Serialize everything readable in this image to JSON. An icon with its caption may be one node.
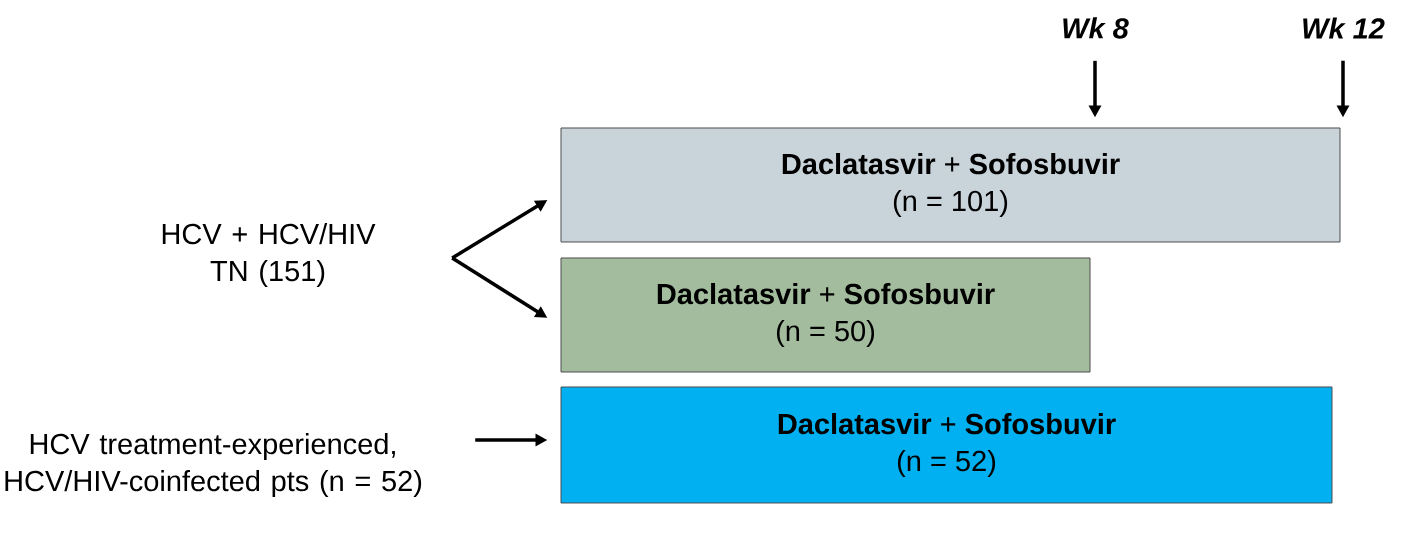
{
  "diagram": {
    "nodes": [
      {
        "text": [
          "HCV + HCV/HIV TN (151)"
        ]
      },
      {
        "text": [
          "**Daclatasvir** + **Sofosbuvir**",
          "(n = 101)"
        ]
      },
      {
        "text": [
          "**Daclatasvir** + **Sofosbuvir**",
          "(n = 50)"
        ]
      },
      {
        "text": [
          "HCV treatment-experienced, HCV/HIV-coinfected pts (n = 52)"
        ]
      },
      {
        "text": [
          "**Daclatasvir** + **Sofosbuvir**",
          "(n = 52)"
        ]
      },
      {
        "text": [
          "Wk 8"
        ]
      },
      {
        "text": [
          "Wk 12"
        ]
      }
    ],
    "edges": [
      {
        "from": 0,
        "to": 1,
        "arrow": "to"
      },
      {
        "from": 0,
        "to": 2,
        "arrow": "to"
      },
      {
        "from": 3,
        "to": 4,
        "arrow": "to"
      },
      {
        "from": 5,
        "to": 1,
        "arrow": "to"
      },
      {
        "from": 6,
        "to": 1,
        "arrow": "to"
      }
    ]
  }
}
